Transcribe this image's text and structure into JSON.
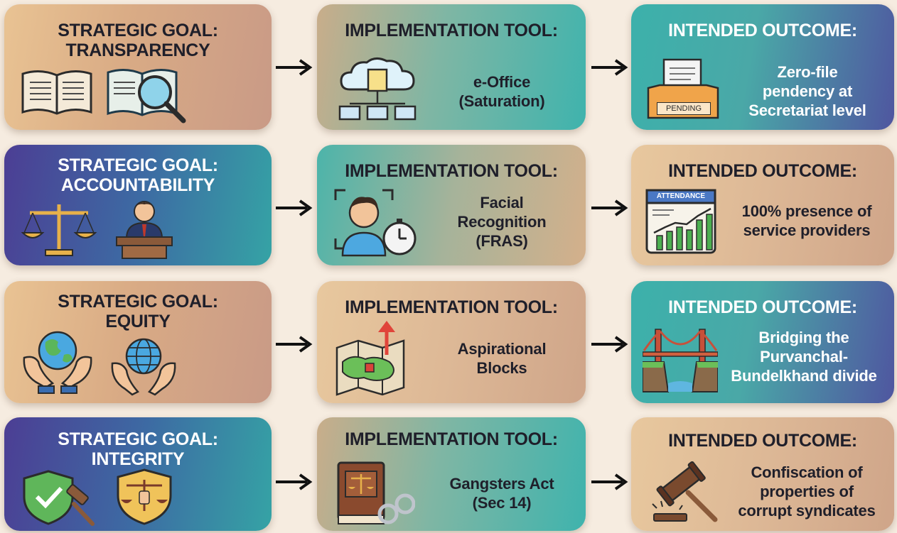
{
  "rows": [
    {
      "goal": {
        "label": "STRATEGIC GOAL:",
        "value": "TRANSPARENCY"
      },
      "tool": {
        "label": "IMPLEMENTATION TOOL:",
        "line1": "e-Office",
        "line2": "(Saturation)",
        "line3": ""
      },
      "outcome": {
        "label": "INTENDED OUTCOME:",
        "line1": "Zero-file",
        "line2": "pendency at",
        "line3": "Secretariat level",
        "badge": "PENDING"
      }
    },
    {
      "goal": {
        "label": "STRATEGIC GOAL:",
        "value": "ACCOUNTABILITY"
      },
      "tool": {
        "label": "IMPLEMENTATION TOOL:",
        "line1": "Facial",
        "line2": "Recognition",
        "line3": "(FRAS)"
      },
      "outcome": {
        "label": "INTENDED OUTCOME:",
        "line1": "100% presence of",
        "line2": "service providers",
        "line3": "",
        "badge": "ATTENDANCE"
      }
    },
    {
      "goal": {
        "label": "STRATEGIC GOAL:",
        "value": "EQUITY"
      },
      "tool": {
        "label": "IMPLEMENTATION TOOL:",
        "line1": "Aspirational",
        "line2": "Blocks",
        "line3": ""
      },
      "outcome": {
        "label": "INTENDED OUTCOME:",
        "line1": "Bridging the",
        "line2": "Purvanchal-",
        "line3": "Bundelkhand divide"
      }
    },
    {
      "goal": {
        "label": "STRATEGIC GOAL:",
        "value": "INTEGRITY"
      },
      "tool": {
        "label": "IMPLEMENTATION TOOL:",
        "line1": "Gangsters Act",
        "line2": "(Sec 14)",
        "line3": ""
      },
      "outcome": {
        "label": "INTENDED OUTCOME:",
        "line1": "Confiscation of",
        "line2": "properties of",
        "line3": "corrupt syndicates"
      }
    }
  ],
  "icons": {
    "row1_goal": [
      "open-book-icon",
      "magnifier-book-icon"
    ],
    "row1_tool": "cloud-network-icon",
    "row1_outcome": "pending-inbox-icon",
    "row2_goal": [
      "scales-of-justice-icon",
      "official-at-podium-icon"
    ],
    "row2_tool": "face-scan-timer-icon",
    "row2_outcome": "attendance-chart-icon",
    "row3_goal": [
      "hands-globe-icon",
      "hands-globe-icon"
    ],
    "row3_tool": "map-growth-icon",
    "row3_outcome": "bridge-icon",
    "row4_goal": [
      "shield-gavel-icon",
      "shield-scales-icon"
    ],
    "row4_tool": "law-book-handcuffs-icon",
    "row4_outcome": "gavel-icon"
  }
}
